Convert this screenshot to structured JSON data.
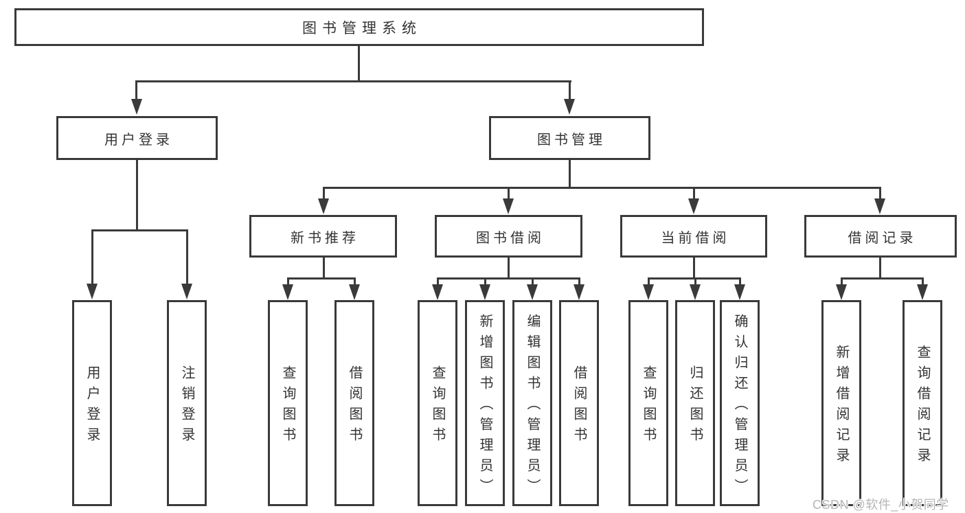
{
  "diagram": {
    "root": {
      "label": "图书管理系统"
    },
    "level2": {
      "user_login": {
        "label": "用户登录"
      },
      "book_management": {
        "label": "图书管理"
      }
    },
    "level3": {
      "new_book_recommend": {
        "label": "新书推荐"
      },
      "book_borrowing": {
        "label": "图书借阅"
      },
      "current_borrowing": {
        "label": "当前借阅"
      },
      "borrowing_records": {
        "label": "借阅记录"
      }
    },
    "leaves": {
      "user_login": {
        "label": "用户登录"
      },
      "logout": {
        "label": "注销登录"
      },
      "query_books_recommend": {
        "label": "查询图书"
      },
      "borrow_books_recommend": {
        "label": "借阅图书"
      },
      "query_books_borrowing": {
        "label": "查询图书"
      },
      "add_books_admin": {
        "label": "新增图书（管理员）"
      },
      "edit_books_admin": {
        "label": "编辑图书（管理员）"
      },
      "borrow_books_borrowing": {
        "label": "借阅图书"
      },
      "query_books_current": {
        "label": "查询图书"
      },
      "return_books": {
        "label": "归还图书"
      },
      "confirm_return_admin": {
        "label": "确认归还（管理员）"
      },
      "add_borrow_record": {
        "label": "新增借阅记录"
      },
      "query_borrow_record": {
        "label": "查询借阅记录"
      }
    }
  },
  "watermark": {
    "text": "CSDN @软件_小贺同学"
  },
  "colors": {
    "line": "#3a3a3a",
    "box_border": "#3a3a3a",
    "text": "#333333",
    "watermark": "#b5b5b5",
    "background": "#ffffff"
  }
}
